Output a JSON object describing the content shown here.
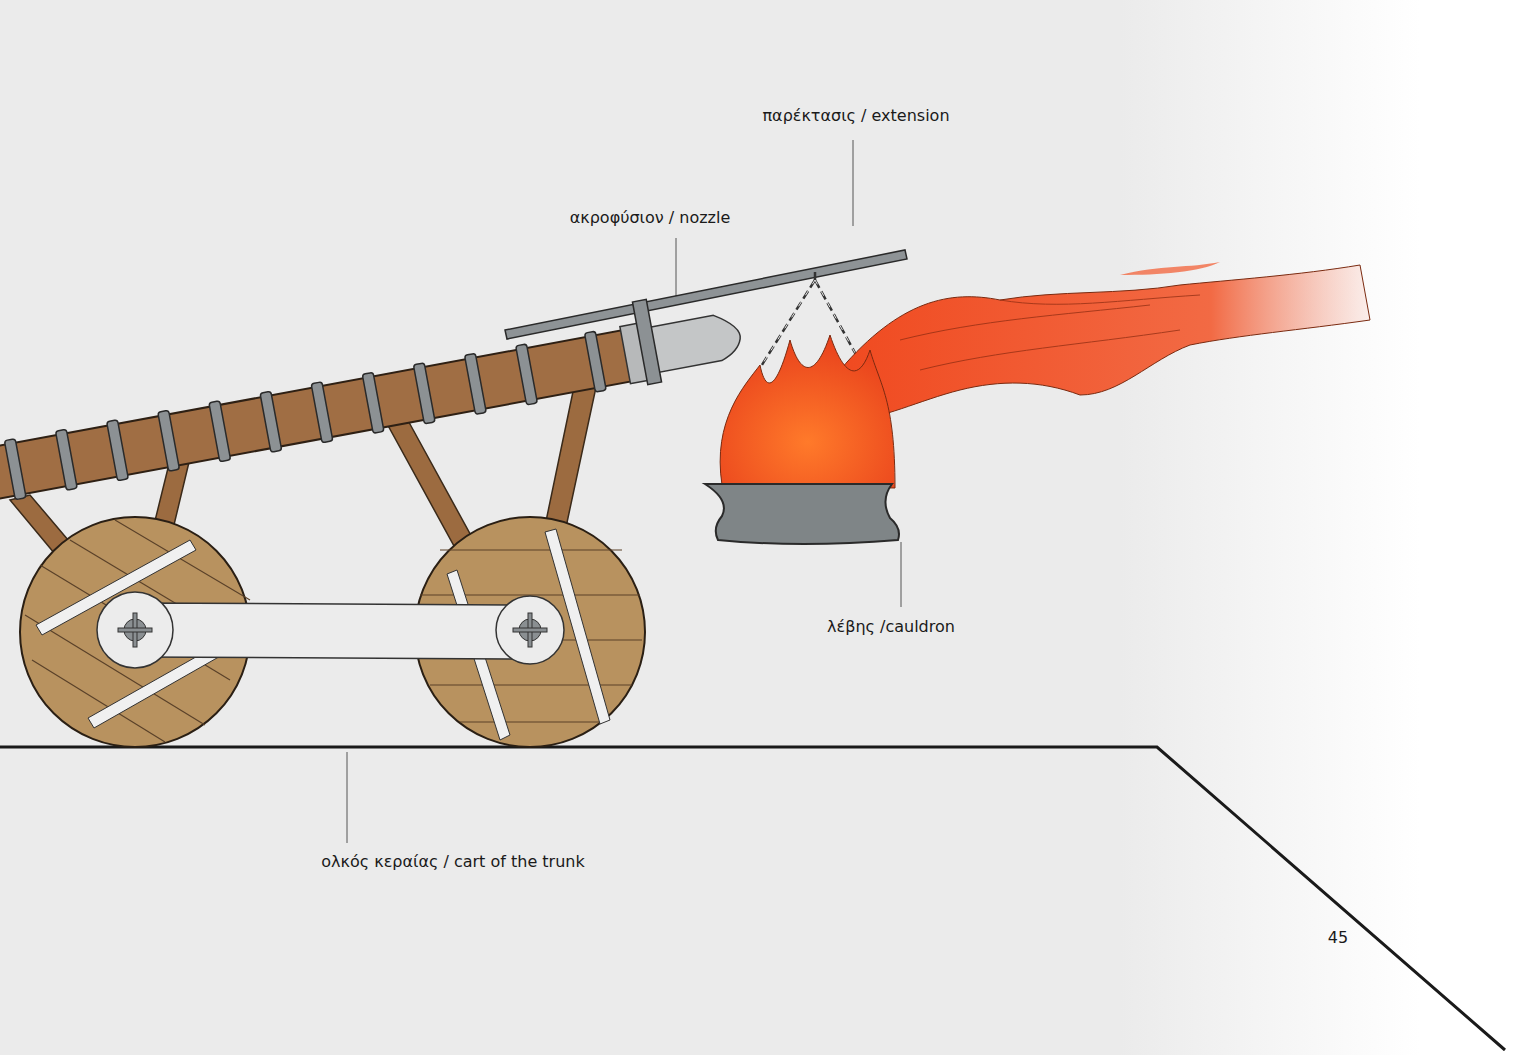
{
  "diagram": {
    "labels": [
      "παρέκτασις / extension",
      "ακροφύσιον / nozzle",
      "λέβης /cauldron",
      "ολκός κεραίας / cart of the trunk",
      "45"
    ]
  }
}
